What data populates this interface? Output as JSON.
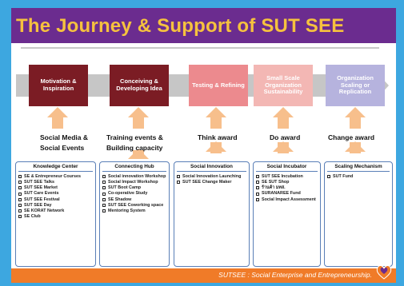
{
  "title": "The Journey & Support of SUT SEE",
  "colors": {
    "background": "#3da7e0",
    "title_bar": "#6b2c8f",
    "title_text": "#f6c23e",
    "footer": "#f07b28",
    "up_arrow": "#f7bf8c",
    "box_border": "#5a7fb7"
  },
  "stages": [
    {
      "label": "Motivation & Inspiration",
      "color": "#7b1c24"
    },
    {
      "label": "Conceiving & Developing Idea",
      "color": "#7b1c24"
    },
    {
      "label": "Testing & Refining",
      "color": "#ec8a8e"
    },
    {
      "label": "Small Scale Organization Sustainability",
      "color": "#f3b7b4"
    },
    {
      "label": "Organization Scaling or Replication",
      "color": "#b6b3de"
    }
  ],
  "supports": [
    {
      "line1": "Social Media &",
      "line2": "Social Events"
    },
    {
      "line1": "Training events &",
      "line2": "Building capacity"
    },
    {
      "line1": "Think award",
      "line2": ""
    },
    {
      "line1": "Do award",
      "line2": ""
    },
    {
      "line1": "Change award",
      "line2": ""
    }
  ],
  "boxes": [
    {
      "title": "Knowledge Center",
      "items": [
        "SE & Entrepreneur Courses",
        "SUT SEE Talks",
        "SUT SEE Market",
        "SUT Care Events",
        "SUT SEE Festival",
        "SUT SEE Day",
        "SE KORAT Network",
        "SE Club"
      ]
    },
    {
      "title": "Connecting Hub",
      "items": [
        "Social innovation Workshop",
        "Social Impact Workshop",
        "SUT Boot Camp",
        "Co-operative Study",
        "SE Shadow",
        "SUT SEE Coworking space",
        "Mentoring System"
      ]
    },
    {
      "title": "Social Innovation",
      "items": [
        "Social Innovation Launching",
        "SUT SEE Change Maker"
      ]
    },
    {
      "title": "Social Incubator",
      "items": [
        "SUT SEE Incubation",
        "SE SUT Shop",
        "ร้านค้า มทส.",
        "SURANAREE Fund",
        "Social Impact Assessment"
      ]
    },
    {
      "title": "Scaling Mechanism",
      "items": [
        "SUT Fund"
      ]
    }
  ],
  "footer": "SUTSEE : Social Enterprise and Entrepreneurship."
}
